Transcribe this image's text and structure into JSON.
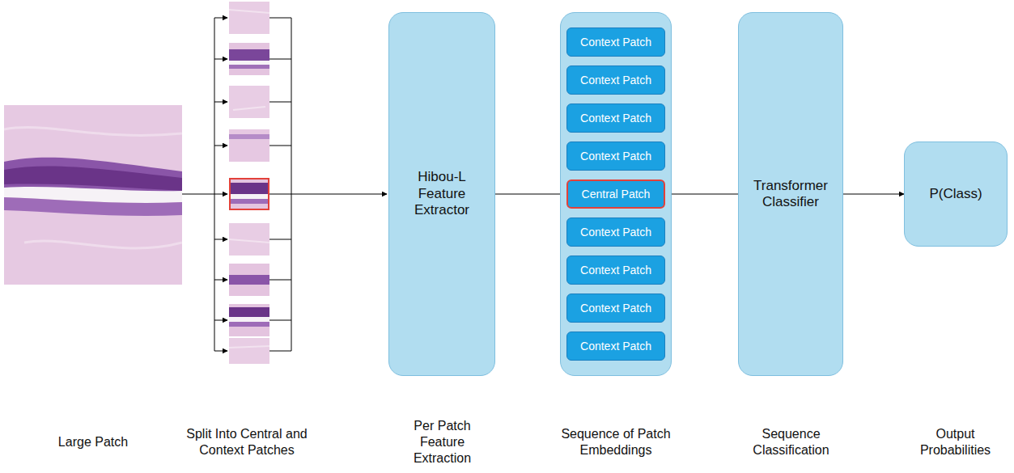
{
  "diagram": {
    "nodes": [
      {
        "text": [
          "Hibou-L Feature Extractor"
        ]
      },
      {
        "text": []
      },
      {
        "text": [
          "Context Patch"
        ],
        "in": 1
      },
      {
        "text": [
          "Context Patch"
        ],
        "in": 1
      },
      {
        "text": [
          "Context Patch"
        ],
        "in": 1
      },
      {
        "text": [
          "Context Patch"
        ],
        "in": 1
      },
      {
        "text": [
          "Central Patch"
        ],
        "in": 1
      },
      {
        "text": [
          "Context Patch"
        ],
        "in": 1
      },
      {
        "text": [
          "Context Patch"
        ],
        "in": 1
      },
      {
        "text": [
          "Context Patch"
        ],
        "in": 1
      },
      {
        "text": [
          "Context Patch"
        ],
        "in": 1
      },
      {
        "text": [
          "Transformer Classifier"
        ]
      },
      {
        "text": [
          "P(Class)"
        ]
      }
    ],
    "edges": [
      {
        "from": 0,
        "to": 1,
        "arrow": "none"
      },
      {
        "from": 1,
        "to": 11,
        "arrow": "none"
      },
      {
        "from": 11,
        "to": 12,
        "arrow": "to"
      }
    ],
    "labels": [
      "Large Patch",
      "Split Into Central and Context Patches",
      "Per Patch Feature Extraction",
      "Sequence of Patch Embeddings",
      "Sequence Classification",
      "Output Probabilities"
    ]
  }
}
